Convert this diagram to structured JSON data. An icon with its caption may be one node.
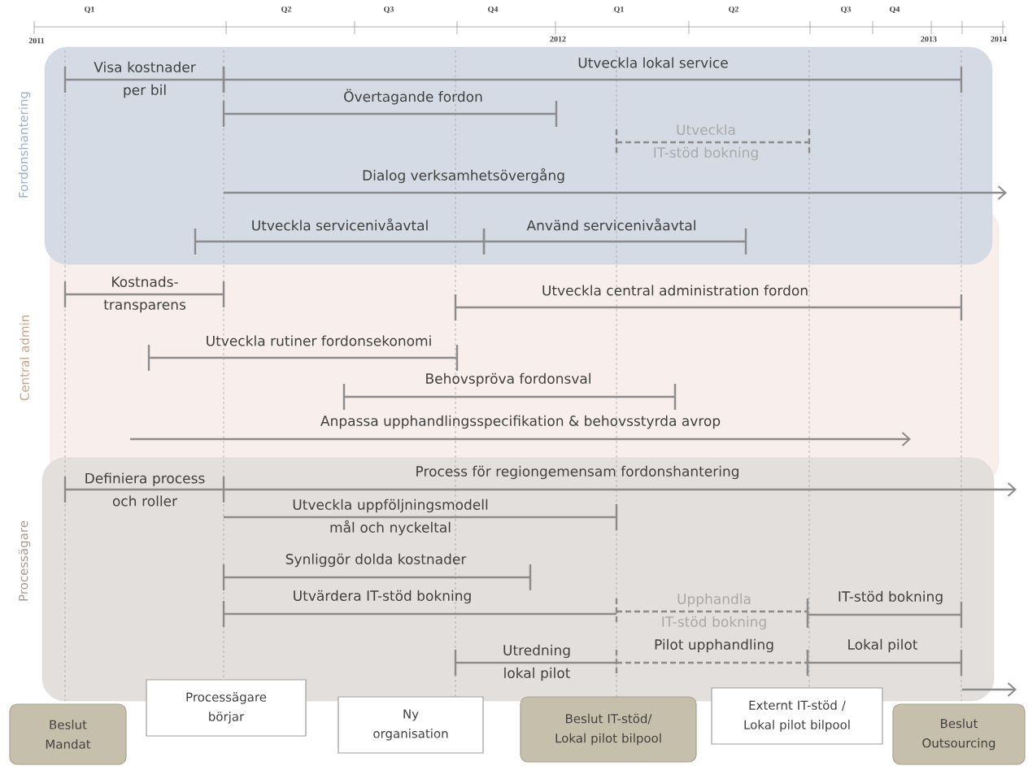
{
  "diagram": {
    "nodes": [
      {
        "text": [
          "Fordonshantering"
        ]
      },
      {
        "text": [
          "Central admin"
        ]
      },
      {
        "text": [
          "Processägare"
        ]
      },
      {
        "text": [
          "Visa kostnader per bil"
        ],
        "in": 0
      },
      {
        "text": [
          "Utveckla lokal service"
        ],
        "in": 0
      },
      {
        "text": [
          "Övertagande fordon"
        ],
        "in": 0
      },
      {
        "text": [
          "Utveckla IT-stöd bokning"
        ],
        "in": 0
      },
      {
        "text": [
          "Dialog verksamhetsövergång"
        ],
        "in": 0
      },
      {
        "text": [
          "Utveckla servicenivåavtal"
        ]
      },
      {
        "text": [
          "Använd servicenivåavtal"
        ]
      },
      {
        "text": [
          "Kostnads- transparens"
        ],
        "in": 1
      },
      {
        "text": [
          "Utveckla central administration fordon"
        ],
        "in": 1
      },
      {
        "text": [
          "Utveckla rutiner fordonsekonomi"
        ],
        "in": 1
      },
      {
        "text": [
          "Behovspröva fordonsval"
        ],
        "in": 1
      },
      {
        "text": [
          "Anpassa upphandlingsspecifikation & behovsstyrda avrop"
        ],
        "in": 1
      },
      {
        "text": [
          "Definiera process och roller"
        ],
        "in": 2
      },
      {
        "text": [
          "Process för regiongemensam fordonshantering"
        ],
        "in": 2
      },
      {
        "text": [
          "Utveckla uppföljningsmodell mål och nyckeltal"
        ],
        "in": 2
      },
      {
        "text": [
          "Synliggör dolda kostnader"
        ],
        "in": 2
      },
      {
        "text": [
          "Utvärdera IT-stöd bokning"
        ],
        "in": 2
      },
      {
        "text": [
          "Upphandla IT-stöd bokning"
        ],
        "in": 2
      },
      {
        "text": [
          "IT-stöd bokning"
        ],
        "in": 2
      },
      {
        "text": [
          "Utredning lokal pilot"
        ],
        "in": 2
      },
      {
        "text": [
          "Pilot upphandling"
        ],
        "in": 2
      },
      {
        "text": [
          "Lokal pilot"
        ],
        "in": 2
      },
      {
        "text": [
          "Beslut Mandat"
        ]
      },
      {
        "text": [
          "Processägare börjar"
        ]
      },
      {
        "text": [
          "Ny organisation"
        ]
      },
      {
        "text": [
          "Beslut IT-stöd/ Lokal pilot bilpool"
        ]
      },
      {
        "text": [
          "Externt IT-stöd / Lokal pilot bilpool"
        ]
      },
      {
        "text": [
          "Beslut Outsourcing"
        ]
      }
    ],
    "labels": [
      "Q1",
      "Q2",
      "Q3",
      "Q4",
      "Q1",
      "Q2",
      "Q3",
      "Q4",
      "2011",
      "2012",
      "2013",
      "2014"
    ]
  }
}
